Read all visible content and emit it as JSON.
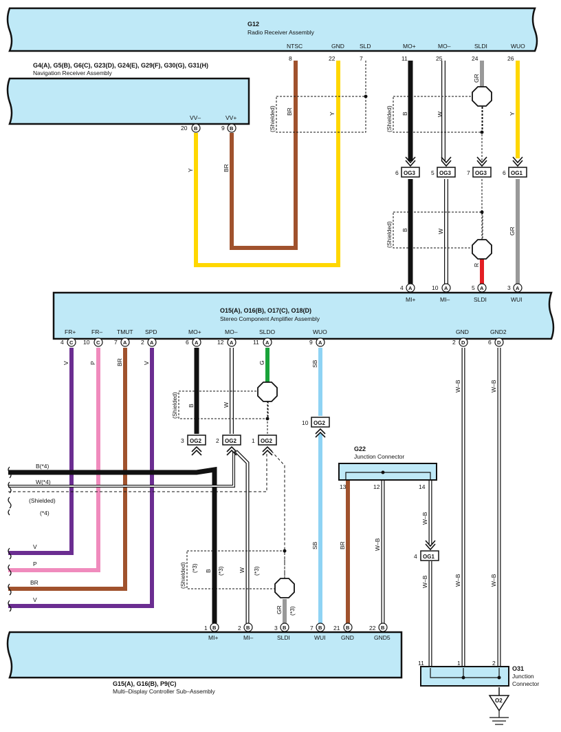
{
  "components": {
    "g12": {
      "code": "G12",
      "name": "Radio Receiver Assembly",
      "pins": [
        "NTSC",
        "GND",
        "SLD",
        "MO+",
        "MO–",
        "SLDI",
        "WUO"
      ],
      "nums": [
        "8",
        "22",
        "7",
        "11",
        "25",
        "24",
        "26"
      ]
    },
    "nav": {
      "code": "G4(A), G5(B), G6(C), G23(D), G24(E), G29(F), G30(G), G31(H)",
      "name": "Navigation Receiver Assembly",
      "pins": [
        "VV–",
        "VV+"
      ],
      "nums": [
        "20",
        "9"
      ],
      "circ": [
        "B",
        "B"
      ]
    },
    "amp": {
      "code": "O15(A), O16(B), O17(C), O18(D)",
      "name": "Stereo Component Amplifier Assembly",
      "top_pins": [
        "MI+",
        "MI–",
        "SLDI",
        "WUI"
      ],
      "top_nums": [
        "4",
        "10",
        "5",
        "3"
      ],
      "top_circ": [
        "A",
        "A",
        "A",
        "A"
      ],
      "bot_pins": [
        "FR+",
        "FR–",
        "TMUT",
        "SPD",
        "MO+",
        "MO–",
        "SLDO",
        "WUO",
        "GND",
        "GND2"
      ],
      "bot_nums": [
        "4",
        "10",
        "7",
        "2",
        "6",
        "12",
        "11",
        "9",
        "2",
        "6"
      ],
      "bot_circ": [
        "C",
        "C",
        "A",
        "A",
        "A",
        "A",
        "A",
        "A",
        "D",
        "D"
      ]
    },
    "mdc": {
      "code": "G15(A), G16(B), P9(C)",
      "name": "Multi–Display Controller Sub–Assembly",
      "pins": [
        "MI+",
        "MI–",
        "SLDI",
        "WUI",
        "GND",
        "GND5"
      ],
      "nums": [
        "1",
        "2",
        "3",
        "7",
        "21",
        "22"
      ],
      "circ": [
        "B",
        "B",
        "B",
        "B",
        "B",
        "B"
      ]
    },
    "g22": {
      "code": "G22",
      "name": "Junction Connector",
      "nums": [
        "13",
        "12",
        "14"
      ]
    },
    "o31": {
      "code": "O31",
      "name1": "Junction",
      "name2": "Connector",
      "nums": [
        "11",
        "1",
        "2"
      ]
    },
    "ground": "O2"
  },
  "connectors": {
    "og3": {
      "label": "OG3",
      "nums": [
        "6",
        "5",
        "7"
      ]
    },
    "og1": {
      "label": "OG1",
      "num": "6"
    },
    "og2": {
      "label": "OG2",
      "nums": [
        "3",
        "2",
        "1",
        "10"
      ]
    },
    "og1b": {
      "label": "OG1",
      "num": "4"
    }
  },
  "wire_labels": {
    "br": "BR",
    "y": "Y",
    "b": "B",
    "w": "W",
    "gr": "GR",
    "r": "R",
    "v": "V",
    "p": "P",
    "g": "G",
    "sb": "SB",
    "wb": "W–B",
    "shielded": "(Shielded)",
    "note3": "(*3)"
  },
  "left_labels": [
    "B(*4)",
    "W(*4)",
    "(Shielded)",
    "(*4)",
    "V",
    "P",
    "BR",
    "V"
  ],
  "colors": {
    "brown": "#a0522d",
    "yellow": "#ffd700",
    "black": "#111111",
    "gray": "#999999",
    "red": "#e31e24",
    "purple": "#6b2d91",
    "pink": "#f08bbd",
    "green": "#1aa33a",
    "lightblue": "#8fd3f4",
    "box": "#bfe9f7"
  }
}
